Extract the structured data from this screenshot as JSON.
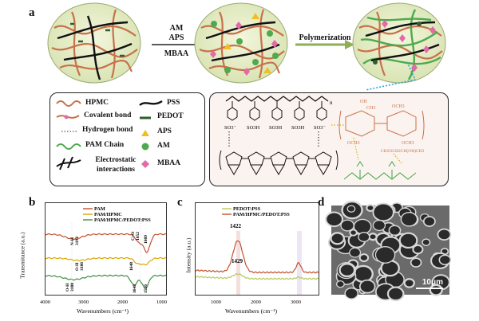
{
  "panels": {
    "a": "a",
    "b": "b",
    "c": "c",
    "d": "d"
  },
  "schematic": {
    "step1_labels": [
      "AM",
      "APS",
      "MBAA"
    ],
    "step2_label": "Polymerization"
  },
  "legend": {
    "items": [
      {
        "label": "HPMC",
        "icon": "orange-wavy-line"
      },
      {
        "label": "PSS",
        "icon": "black-curve"
      },
      {
        "label": "Covalent bond",
        "icon": "crosslink-curve"
      },
      {
        "label": "PEDOT",
        "icon": "dark-green-dash"
      },
      {
        "label": "Hydrogen bond",
        "icon": "dotted-link"
      },
      {
        "label": "APS",
        "icon": "yellow-triangle"
      },
      {
        "label": "PAM Chain",
        "icon": "green-wavy-line"
      },
      {
        "label": "AM",
        "icon": "green-dot"
      },
      {
        "label": "Electrostatic interactions",
        "icon": "cross-lines"
      },
      {
        "label": "MBAA",
        "icon": "pink-diamond"
      }
    ]
  },
  "chemistry": {
    "so3_labels": [
      "SO3⁻",
      "SO3H",
      "SO3H",
      "SO3H",
      "SO3⁻"
    ],
    "subscript_n": "n",
    "hpmc_labels": [
      "OH",
      "CH3",
      "OCH3",
      "OCH3",
      "OCH3",
      "CH2OCH2CH(OH)CH3"
    ]
  },
  "ftir": {
    "legend": [
      "PAM",
      "PAM/HPMC",
      "PAM/HPMC/PEDOT:PSS"
    ],
    "ylabel": "Transmitance (a.u.)",
    "xlabel": "Wavenumbers (cm⁻¹)",
    "xticks": [
      "4000",
      "3000",
      "2000",
      "1000"
    ],
    "annotations": [
      "N-H",
      "3192",
      "C=O",
      "1652",
      "1609",
      "1648",
      "O-H",
      "3186",
      "O-H",
      "3188",
      "1648",
      "1556"
    ],
    "colors": [
      "#c0522e",
      "#d8a800",
      "#3e8f3e"
    ]
  },
  "raman": {
    "legend": [
      "PEDOT:PSS",
      "PAM/HPMC/PEDOT:PSS"
    ],
    "ylabel": "Intensity (a.u.)",
    "xlabel": "Wavenumbers (cm⁻¹)",
    "xticks": [
      "1000",
      "2000",
      "3000"
    ],
    "peaks": [
      "1422",
      "1429"
    ],
    "colors": [
      "#b8c95a",
      "#c0522e"
    ]
  },
  "sem": {
    "scale_bar": "10μm"
  },
  "colors": {
    "hpmc": "#c8714a",
    "pam": "#4daa4d",
    "pedot": "#2e5e2e",
    "aps": "#f0c020",
    "mbaa": "#e26aa8",
    "circle_fill": "#e9efcf"
  }
}
